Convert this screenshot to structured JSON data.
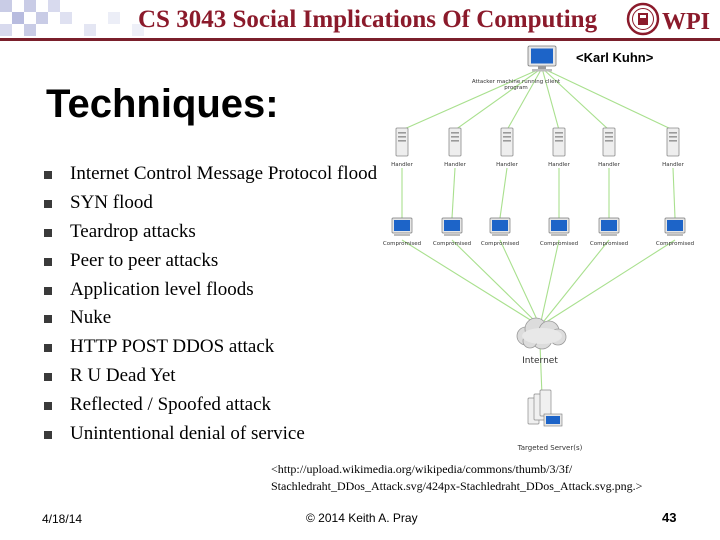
{
  "header": {
    "course_title": "CS 3043 Social Implications Of Computing",
    "logo_text": "WPI",
    "accent_color": "#8b1a2b"
  },
  "attribution": "<Karl Kuhn>",
  "slide": {
    "heading": "Techniques:",
    "bullets": [
      "Internet Control Message Protocol flood",
      "SYN flood",
      "Teardrop attacks",
      "Peer to peer attacks",
      "Application level floods",
      "Nuke",
      "HTTP POST DDOS attack",
      "R U Dead Yet",
      "Reflected / Spoofed attack",
      "Unintentional denial of service"
    ]
  },
  "diagram": {
    "attacker_label_line1": "Attacker machine running client",
    "attacker_label_line2": "program",
    "handler_label": "Handler",
    "compromised_label": "Compromised",
    "internet_label": "Internet",
    "target_label": "Targeted Server(s)",
    "handler_count": 6,
    "compromised_count": 6
  },
  "source_ref": {
    "line1": "<http://upload.wikimedia.org/wikipedia/commons/thumb/3/3f/",
    "line2": "Stachledraht_DDos_Attack.svg/424px-Stachledraht_DDos_Attack.svg.png.>"
  },
  "footer": {
    "date": "4/18/14",
    "copyright": "© 2014 Keith A. Pray",
    "page_number": "43"
  }
}
